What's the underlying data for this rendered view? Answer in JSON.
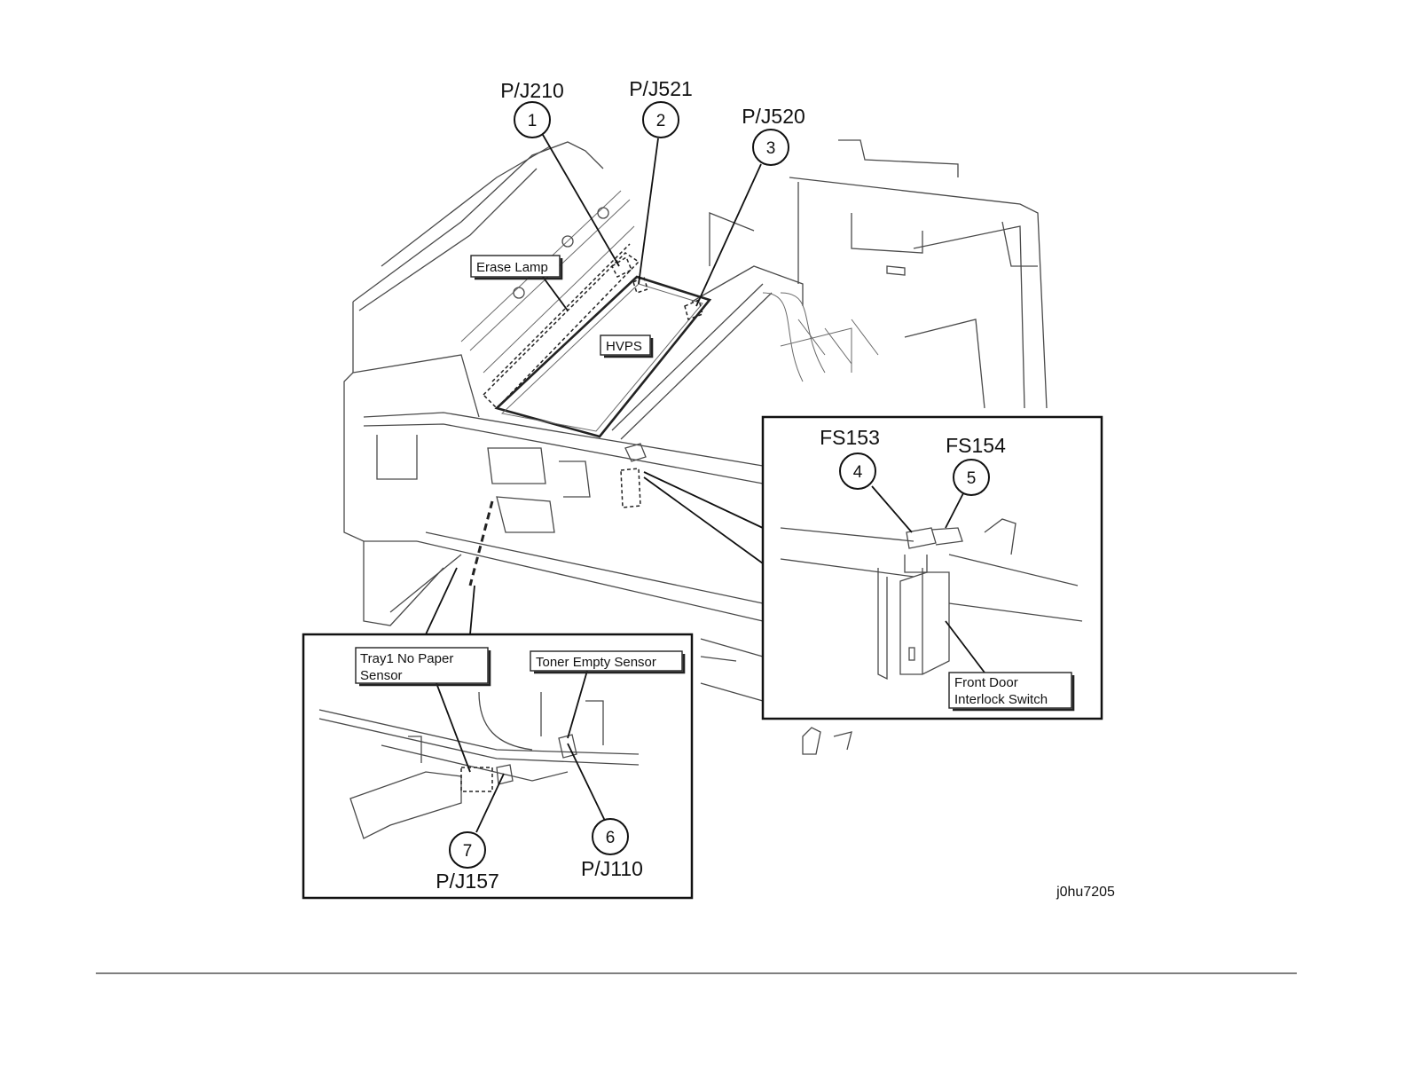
{
  "figure_id": "j0hu7205",
  "callouts": [
    {
      "number": "1",
      "connector": "P/J210"
    },
    {
      "number": "2",
      "connector": "P/J521"
    },
    {
      "number": "3",
      "connector": "P/J520"
    },
    {
      "number": "4",
      "connector": "FS153"
    },
    {
      "number": "5",
      "connector": "FS154"
    },
    {
      "number": "6",
      "connector": "P/J110"
    },
    {
      "number": "7",
      "connector": "P/J157"
    }
  ],
  "component_labels": {
    "erase_lamp": "Erase Lamp",
    "hvps": "HVPS",
    "tray1_line1": "Tray1 No Paper",
    "tray1_line2": "Sensor",
    "toner_empty": "Toner Empty Sensor",
    "front_door_line1": "Front Door",
    "front_door_line2": "Interlock Switch"
  }
}
